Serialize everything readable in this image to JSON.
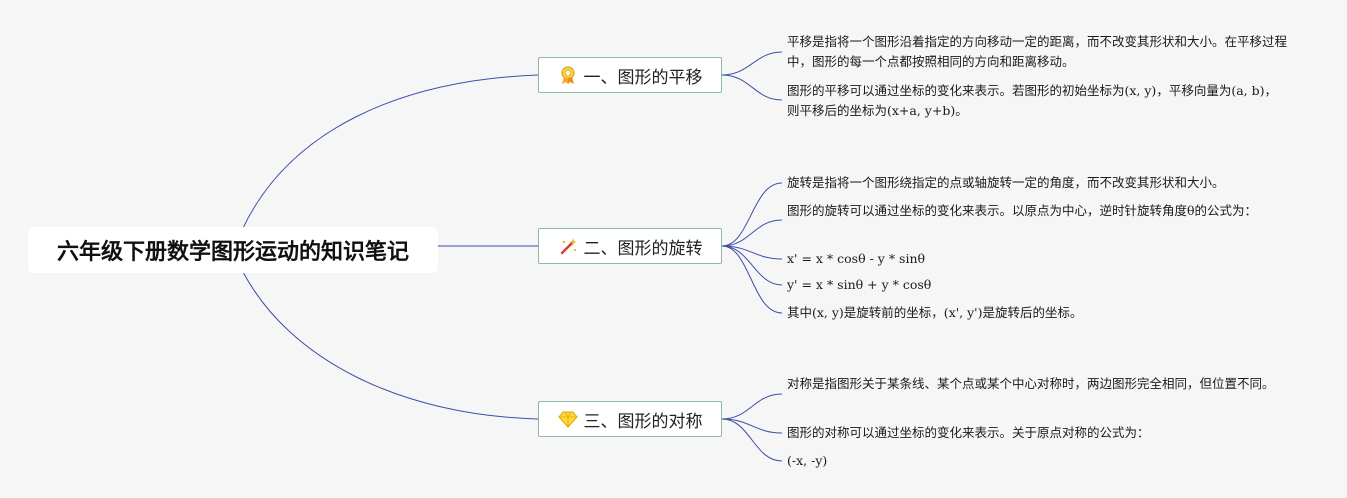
{
  "root": {
    "title": "六年级下册数学图形运动的知识笔记"
  },
  "branches": [
    {
      "label": "一、图形的平移",
      "icon": "award-ribbon-icon",
      "items": [
        "平移是指将一个图形沿着指定的方向移动一定的距离，而不改变其形状和大小。在平移过程中，图形的每一个点都按照相同的方向和距离移动。",
        "图形的平移可以通过坐标的变化来表示。若图形的初始坐标为(x, y)，平移向量为(a, b)，则平移后的坐标为(x+a, y+b)。"
      ]
    },
    {
      "label": "二、图形的旋转",
      "icon": "magic-wand-icon",
      "items": [
        "旋转是指将一个图形绕指定的点或轴旋转一定的角度，而不改变其形状和大小。",
        "图形的旋转可以通过坐标的变化来表示。以原点为中心，逆时针旋转角度θ的公式为：",
        "x' = x * cosθ - y * sinθ",
        "y' = x * sinθ + y * cosθ",
        "其中(x, y)是旋转前的坐标，(x', y')是旋转后的坐标。"
      ]
    },
    {
      "label": "三、图形的对称",
      "icon": "diamond-icon",
      "items": [
        "对称是指图形关于某条线、某个点或某个中心对称时，两边图形完全相同，但位置不同。",
        "图形的对称可以通过坐标的变化来表示。关于原点对称的公式为：",
        "(-x, -y)"
      ]
    }
  ],
  "colors": {
    "connector": "#3c4fa8",
    "branch_border": "#8fb8ad",
    "background": "#f6f6f6"
  }
}
